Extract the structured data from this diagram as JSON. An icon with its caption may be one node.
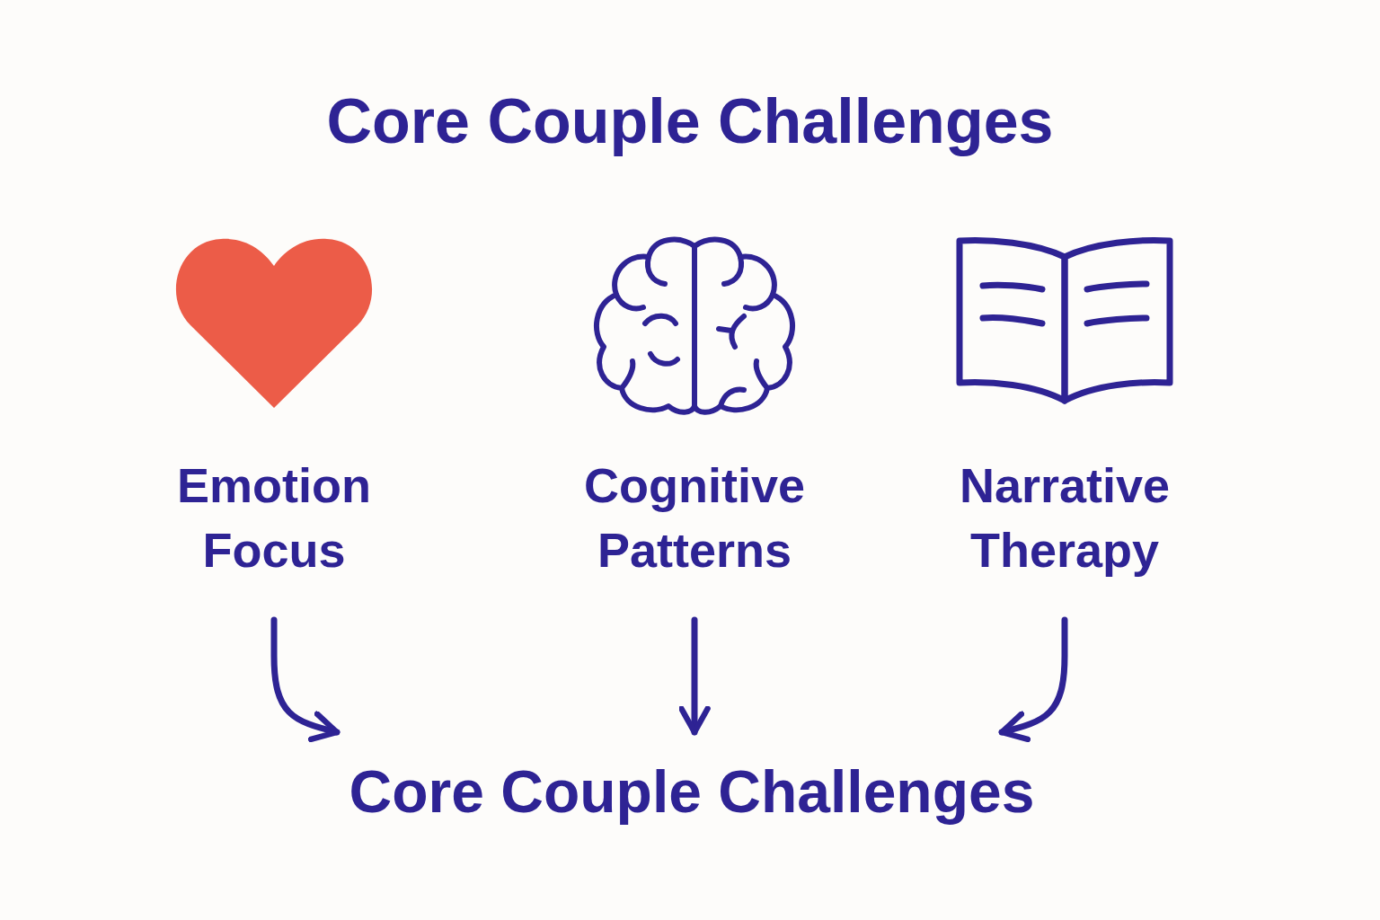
{
  "diagram": {
    "title": "Core Couple Challenges",
    "nodes": [
      {
        "text": [
          "Emotion Focus"
        ]
      },
      {
        "text": [
          "Cognitive Patterns"
        ]
      },
      {
        "text": [
          "Narrative Therapy"
        ]
      },
      {
        "text": [
          "Core Couple Challenges"
        ]
      }
    ],
    "edges": [
      {
        "from": 0,
        "to": 3,
        "arrow": "to"
      },
      {
        "from": 1,
        "to": 3,
        "arrow": "to"
      },
      {
        "from": 2,
        "to": 3,
        "arrow": "to"
      }
    ]
  }
}
